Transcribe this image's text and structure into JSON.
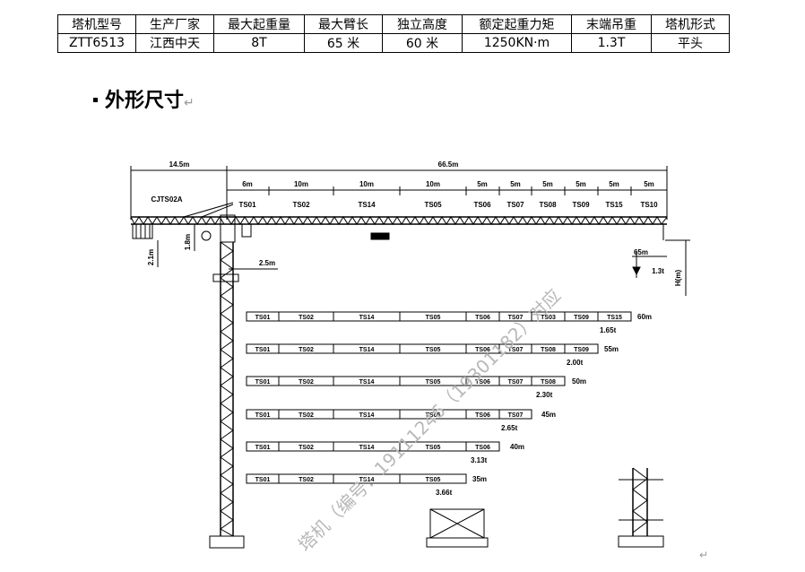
{
  "spec_table": {
    "headers": [
      "塔机型号",
      "生产厂家",
      "最大起重量",
      "最大臂长",
      "独立高度",
      "额定起重力矩",
      "末端吊重",
      "塔机形式"
    ],
    "values": [
      "ZTT6513",
      "江西中天",
      "8T",
      "65 米",
      "60 米",
      "1250KN·m",
      "1.3T",
      "平头"
    ]
  },
  "section_heading": "外形尺寸",
  "paragraph_mark": "↵",
  "drawing": {
    "dim_left": "14.5m",
    "dim_total": "66.5m",
    "segment_lengths": [
      "6m",
      "10m",
      "10m",
      "10m",
      "5m",
      "5m",
      "5m",
      "5m",
      "5m",
      "5m"
    ],
    "main_sections": [
      "TS01",
      "TS02",
      "TS14",
      "TS05",
      "TS06",
      "TS07",
      "TS08",
      "TS09",
      "TS15",
      "TS10"
    ],
    "counter_jib_label": "CJTS02A",
    "height_18": "1.8m",
    "height_21": "2.1m",
    "width_25": "2.5m",
    "tip_radius": "65m",
    "tip_load": "1.3t",
    "height_label": "H(m)",
    "configs": [
      {
        "sections": [
          "TS01",
          "TS02",
          "TS14",
          "TS05",
          "TS06",
          "TS07",
          "TS03",
          "TS09",
          "TS15"
        ],
        "length": "60m",
        "load": "1.65t"
      },
      {
        "sections": [
          "TS01",
          "TS02",
          "TS14",
          "TS05",
          "TS06",
          "TS07",
          "TS08",
          "TS09"
        ],
        "length": "55m",
        "load": "2.00t"
      },
      {
        "sections": [
          "TS01",
          "TS02",
          "TS14",
          "TS05",
          "TS06",
          "TS07",
          "TS08"
        ],
        "length": "50m",
        "load": "2.30t"
      },
      {
        "sections": [
          "TS01",
          "TS02",
          "TS14",
          "TS05",
          "TS06",
          "TS07"
        ],
        "length": "45m",
        "load": "2.65t"
      },
      {
        "sections": [
          "TS01",
          "TS02",
          "TS14",
          "TS05",
          "TS06"
        ],
        "length": "40m",
        "load": "3.13t"
      },
      {
        "sections": [
          "TS01",
          "TS02",
          "TS14",
          "TS05"
        ],
        "length": "35m",
        "load": "3.66t"
      }
    ]
  },
  "watermark": "塔机（编号：19111246（19301182）对应"
}
